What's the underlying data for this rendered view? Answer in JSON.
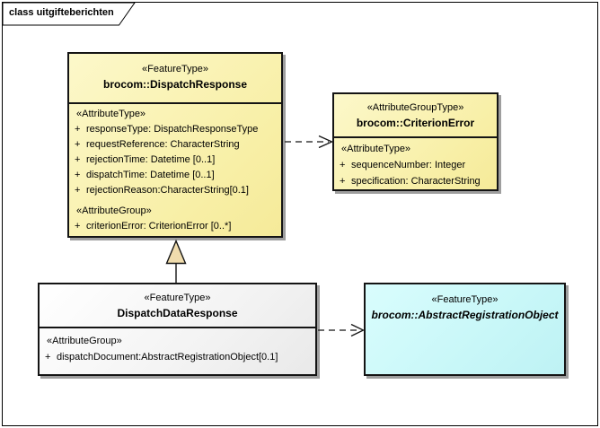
{
  "frame": {
    "title": "class uitgifteberichten"
  },
  "classes": {
    "dispatchResponse": {
      "stereotype": "«FeatureType»",
      "name": "brocom::DispatchResponse",
      "sections": [
        {
          "label": "«AttributeType»",
          "attributes": [
            {
              "vis": "+",
              "text": "responseType: DispatchResponseType"
            },
            {
              "vis": "+",
              "text": "requestReference: CharacterString"
            },
            {
              "vis": "+",
              "text": "rejectionTime: Datetime [0..1]"
            },
            {
              "vis": "+",
              "text": "dispatchTime: Datetime [0..1]"
            },
            {
              "vis": "+",
              "text": "rejectionReason:CharacterString[0.1]"
            }
          ]
        },
        {
          "label": "«AttributeGroup»",
          "attributes": [
            {
              "vis": "+",
              "text": "criterionError: CriterionError [0..*]"
            }
          ]
        }
      ]
    },
    "criterionError": {
      "stereotype": "«AttributeGroupType»",
      "name": "brocom::CriterionError",
      "sections": [
        {
          "label": "«AttributeType»",
          "attributes": [
            {
              "vis": "+",
              "text": "sequenceNumber: Integer"
            },
            {
              "vis": "+",
              "text": "specification: CharacterString"
            }
          ]
        }
      ]
    },
    "dispatchDataResponse": {
      "stereotype": "«FeatureType»",
      "name": "DispatchDataResponse",
      "sections": [
        {
          "label": "«AttributeGroup»",
          "attributes": [
            {
              "vis": "+",
              "text": "dispatchDocument:AbstractRegistrationObject[0.1]"
            }
          ]
        }
      ]
    },
    "abstractRegistrationObject": {
      "stereotype": "«FeatureType»",
      "name": "brocom::AbstractRegistrationObject"
    }
  },
  "connectors": [
    {
      "type": "generalization",
      "from": "DispatchDataResponse",
      "to": "brocom::DispatchResponse"
    },
    {
      "type": "dependency",
      "from": "brocom::DispatchResponse",
      "to": "brocom::CriterionError"
    },
    {
      "type": "dependency",
      "from": "DispatchDataResponse",
      "to": "brocom::AbstractRegistrationObject"
    }
  ],
  "colors": {
    "class_fill_yellow": "#F8EFA6",
    "class_fill_white": "#F3F3F3",
    "class_fill_cyan": "#C8F7F8",
    "border": "#141414",
    "generalization_arrow_fill": "#F0DCAD",
    "background": "#FFFFFF"
  }
}
